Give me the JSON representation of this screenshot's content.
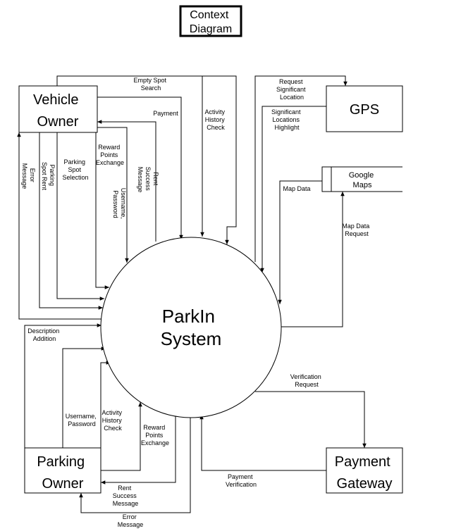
{
  "title": [
    "Context",
    "Diagram"
  ],
  "process": [
    "ParkIn",
    "System"
  ],
  "entities": {
    "vehicle_owner": [
      "Vehicle",
      "Owner"
    ],
    "gps": [
      "GPS"
    ],
    "google_maps": [
      "Google",
      "Maps"
    ],
    "parking_owner": [
      "Parking",
      "Owner"
    ],
    "payment_gateway": [
      "Payment",
      "Gateway"
    ]
  },
  "flows": {
    "empty_spot_search": [
      "Empty Spot",
      "Search"
    ],
    "payment": [
      "Payment"
    ],
    "activity_history_check_vo": [
      "Activity",
      "History",
      "Check"
    ],
    "reward_points_exchange_vo": [
      "Reward",
      "Points",
      "Exchange"
    ],
    "rent_success_message_vo": [
      "Rent",
      "Success",
      "Message"
    ],
    "username_password_vo": [
      "Username,",
      "Password"
    ],
    "parking_spot_selection": [
      "Parking",
      "Spot",
      "Selection"
    ],
    "parking_spot_rent": [
      "Parking",
      "Spot Rent"
    ],
    "error_message_vo": [
      "Error",
      "Message"
    ],
    "request_significant_location": [
      "Request",
      "Significant",
      "Location"
    ],
    "significant_locations_highlight": [
      "Significant",
      "Locations",
      "Highlight"
    ],
    "map_data": [
      "Map Data"
    ],
    "map_data_request": [
      "Map Data",
      "Request"
    ],
    "verification_request": [
      "Verification",
      "Request"
    ],
    "payment_verification": [
      "Payment",
      "Verification"
    ],
    "description_addition": [
      "Description",
      "Addition"
    ],
    "username_password_po": [
      "Username,",
      "Password"
    ],
    "activity_history_check_po": [
      "Activity",
      "History",
      "Check"
    ],
    "reward_points_exchange_po": [
      "Reward",
      "Points",
      "Exchange"
    ],
    "rent_success_message_po": [
      "Rent",
      "Success",
      "Message"
    ],
    "error_message_po": [
      "Error",
      "Message"
    ]
  }
}
